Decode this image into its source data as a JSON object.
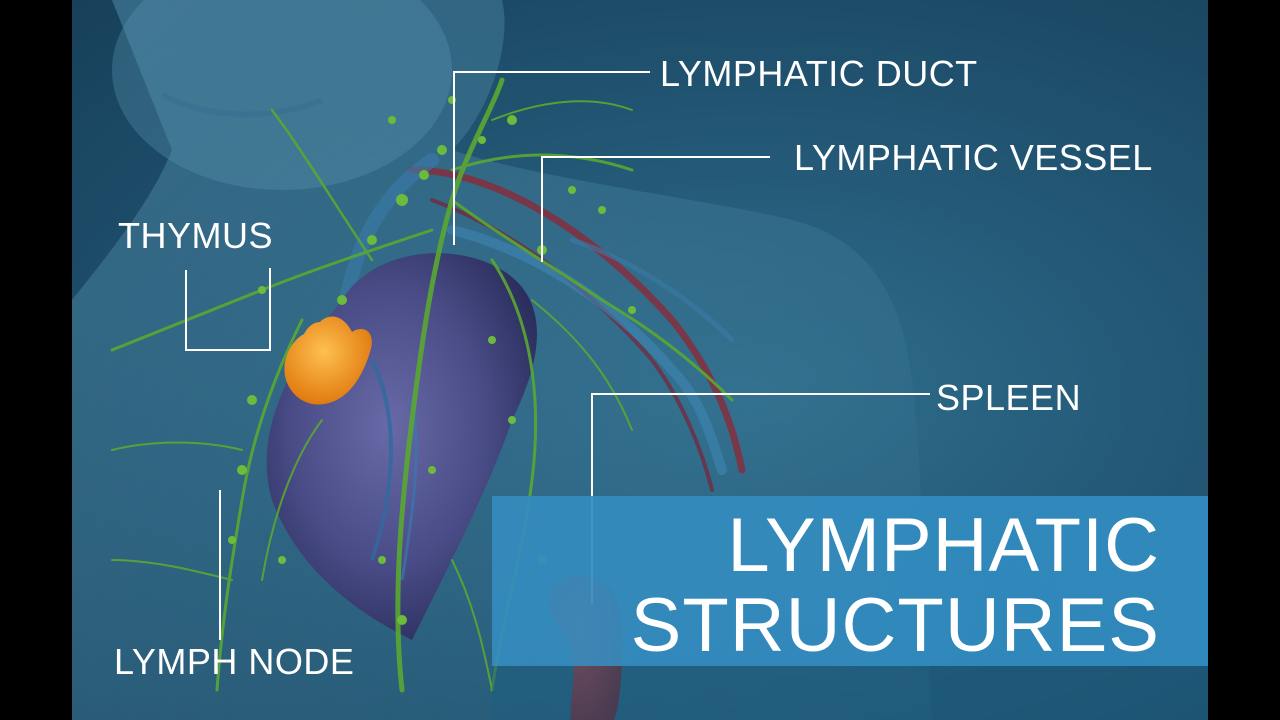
{
  "image": {
    "subject": "",
    "colors": {
      "background": "#1c4a66",
      "banner": "#348cbe",
      "lymph_green": "#5aa832",
      "thymus": "#f0a030",
      "spleen": "#b0242a",
      "heart": "#4a4a88",
      "label_text": "#ffffff",
      "leader_line": "#ffffff"
    }
  },
  "labels": {
    "lymphatic_duct": "LYMPHATIC DUCT",
    "lymphatic_vessel": "LYMPHATIC VESSEL",
    "thymus": "THYMUS",
    "spleen": "SPLEEN",
    "lymph_node": "LYMPH NODE"
  },
  "title": {
    "line1": "LYMPHATIC",
    "line2": "STRUCTURES"
  }
}
